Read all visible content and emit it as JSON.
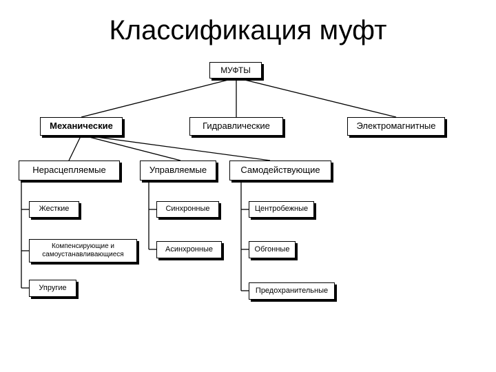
{
  "title": "Классификация муфт",
  "root": "МУФТЫ",
  "level1": {
    "mechanical": "Механические",
    "hydraulic": "Гидравлические",
    "electromagnetic": "Электромагнитные"
  },
  "level2": {
    "non_disengaging": "Нерасцепляемые",
    "controlled": "Управляемые",
    "self_acting": "Самодействующие"
  },
  "non_disengaging_items": [
    "Жесткие",
    "Компенсирующие и самоустанавливающиеся",
    "Упругие"
  ],
  "controlled_items": [
    "Синхронные",
    "Асинхронные"
  ],
  "self_acting_items": [
    "Центробежные",
    "Обгонные",
    "Предохранительные"
  ]
}
